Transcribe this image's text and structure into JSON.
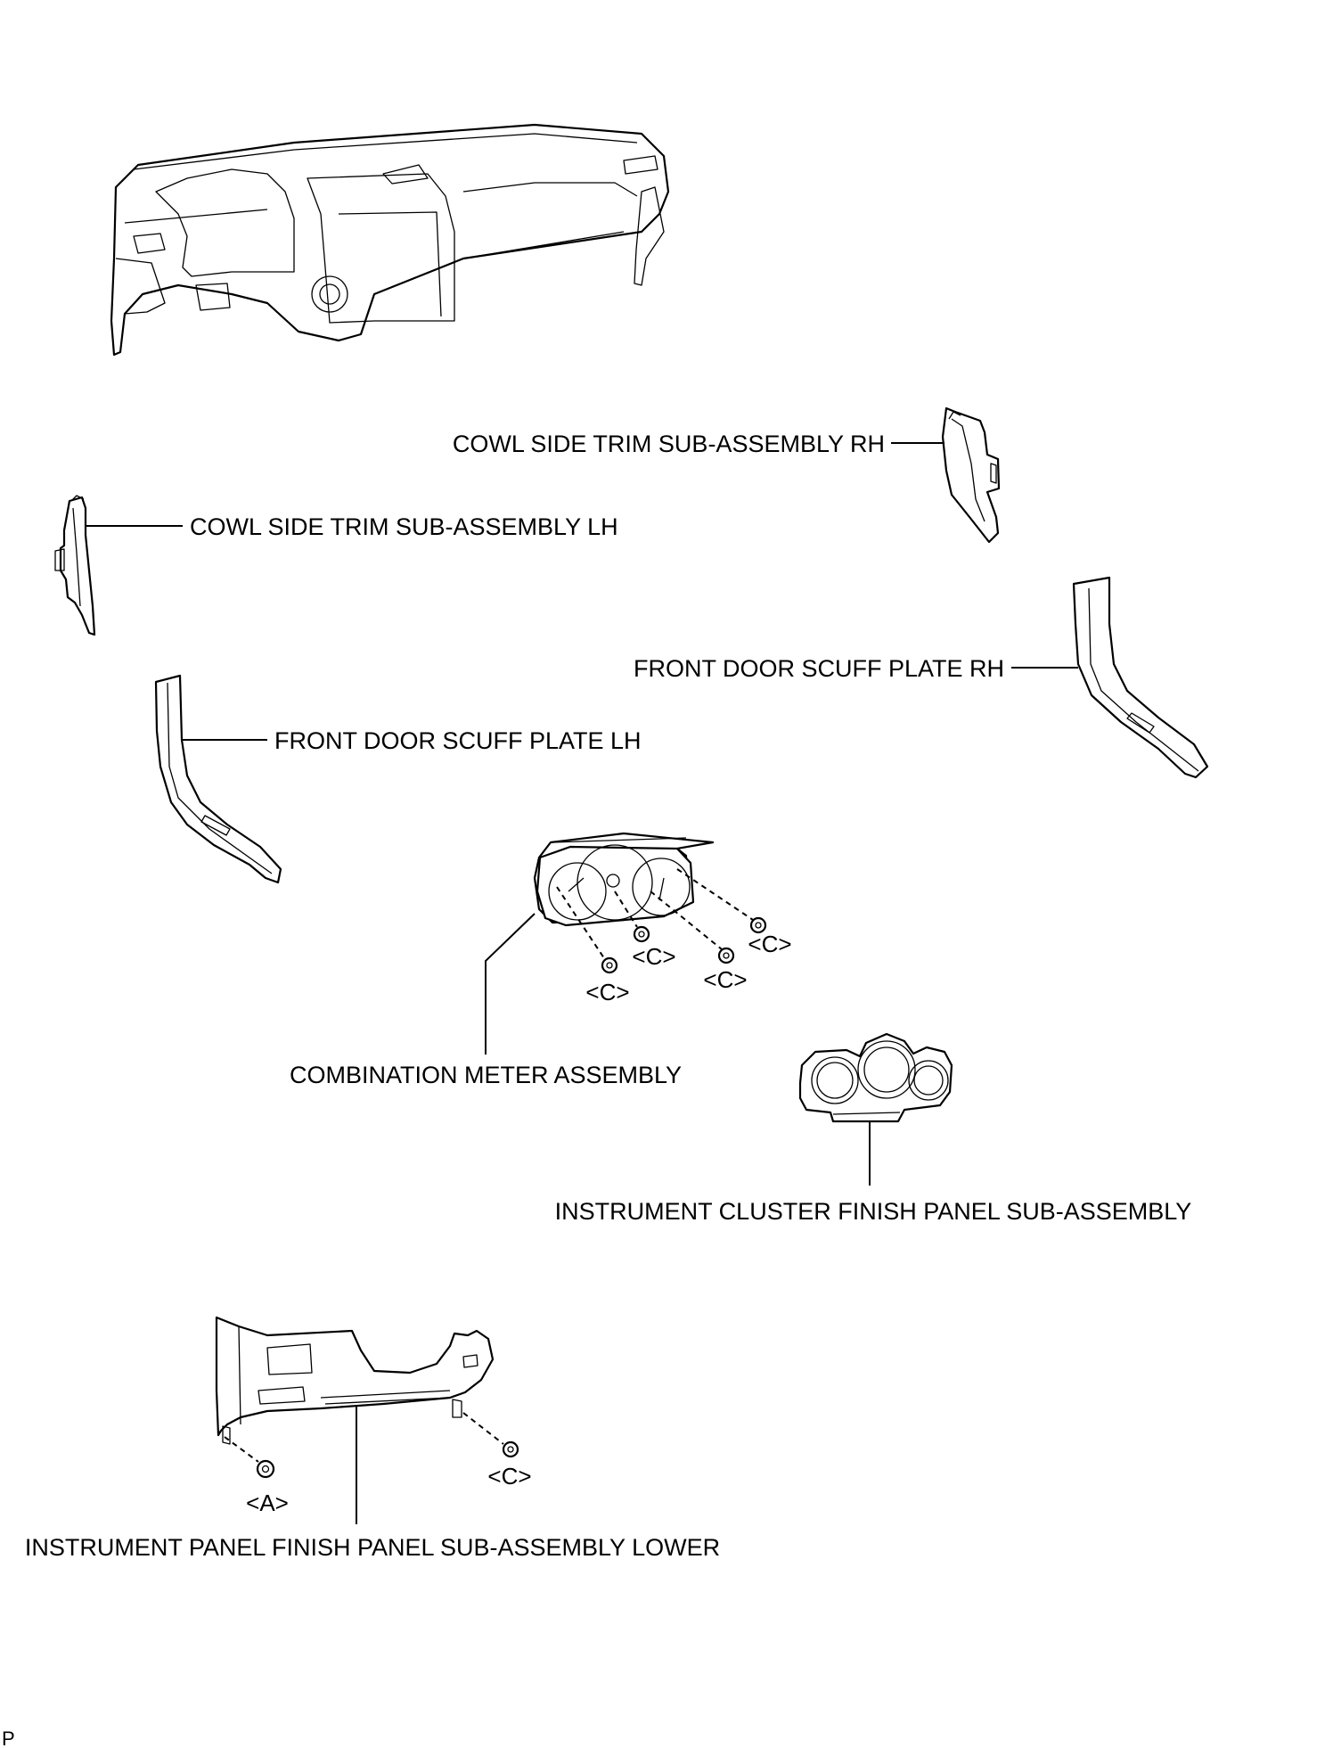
{
  "labels": {
    "cowl_rh": "COWL SIDE TRIM SUB-ASSEMBLY RH",
    "cowl_lh": "COWL SIDE TRIM SUB-ASSEMBLY LH",
    "scuff_rh": "FRONT DOOR SCUFF PLATE RH",
    "scuff_lh": "FRONT DOOR SCUFF PLATE LH",
    "meter": "COMBINATION METER ASSEMBLY",
    "cluster_panel": "INSTRUMENT CLUSTER FINISH PANEL SUB-ASSEMBLY",
    "lower_panel": "INSTRUMENT PANEL FINISH PANEL SUB-ASSEMBLY LOWER"
  },
  "fastener_codes": {
    "meter_1": "<C>",
    "meter_2": "<C>",
    "meter_3": "<C>",
    "meter_4": "<C>",
    "lower_left": "<A>",
    "lower_right": "<C>"
  },
  "corner_mark": "P"
}
